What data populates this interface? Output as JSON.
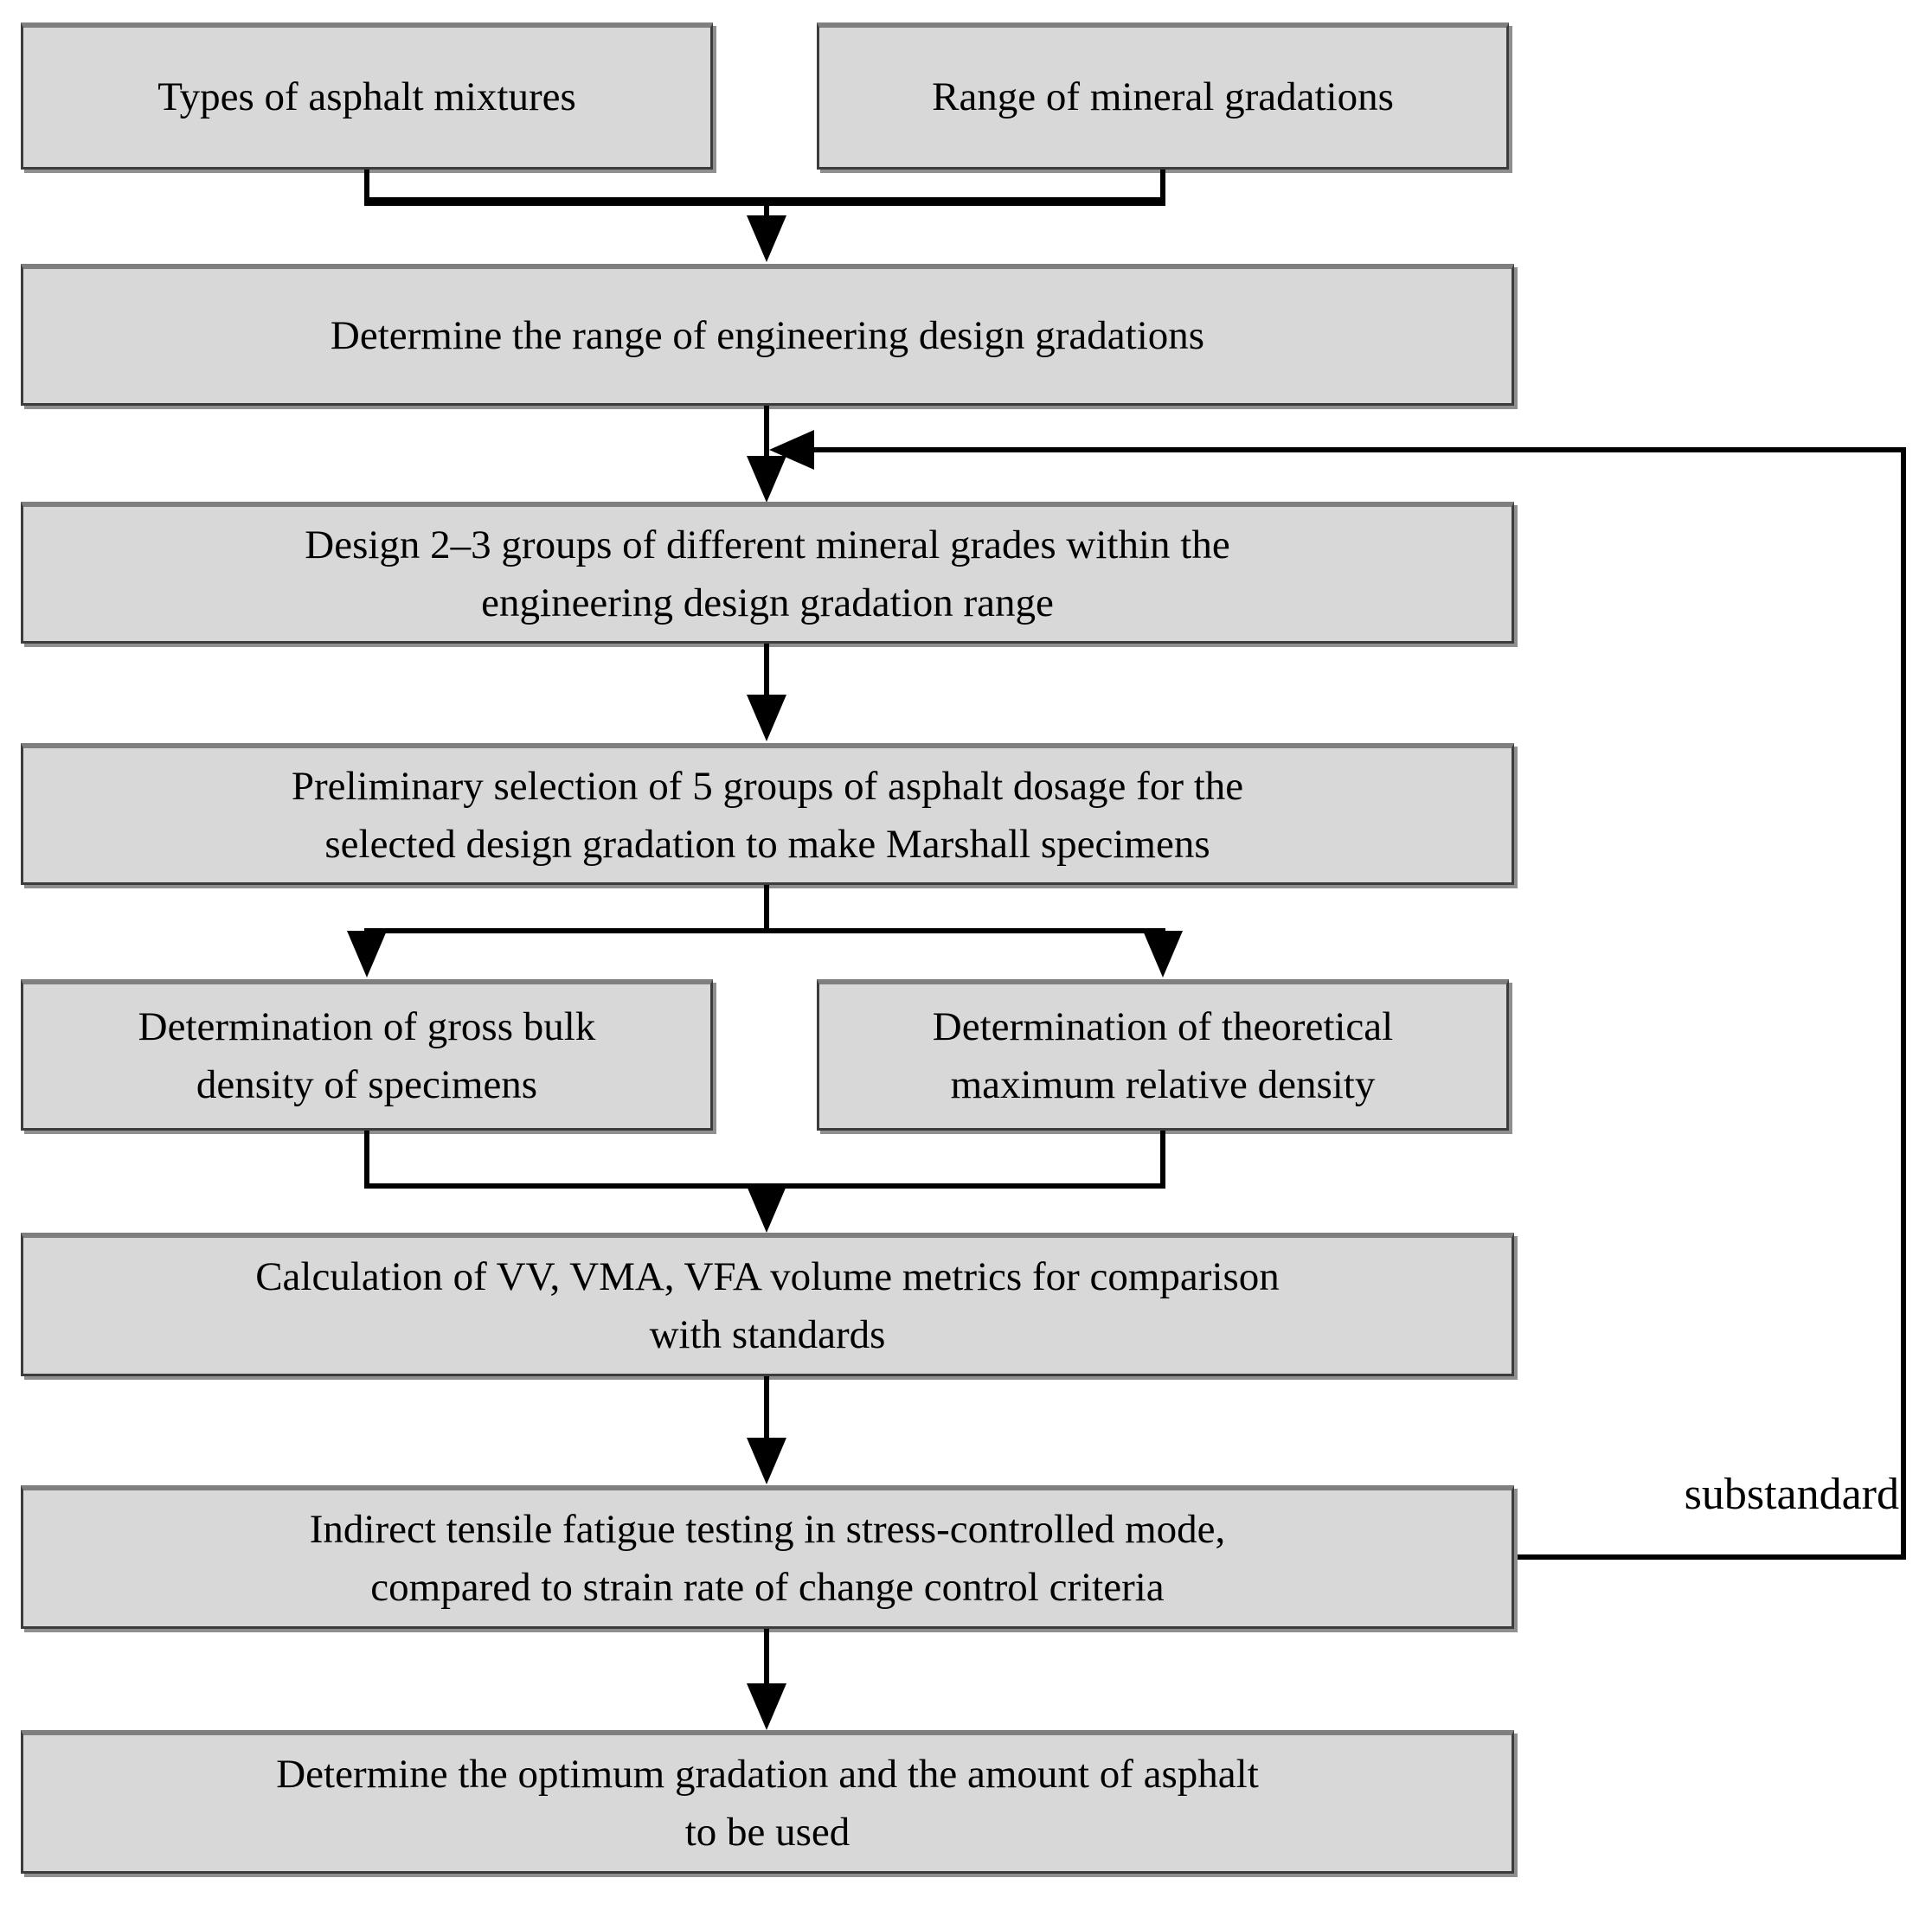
{
  "diagram": {
    "nodes": {
      "types_of_mixtures": {
        "label": "Types of asphalt mixtures"
      },
      "range_of_gradations": {
        "label": "Range of mineral gradations"
      },
      "determine_range": {
        "label": "Determine the range of engineering design gradations"
      },
      "design_groups": {
        "label": "Design 2–3 groups of different mineral grades within the\nengineering design gradation range"
      },
      "preliminary_selection": {
        "label": "Preliminary selection of 5 groups of asphalt dosage for the\nselected design gradation to make Marshall specimens"
      },
      "gross_bulk_density": {
        "label": "Determination of gross bulk\ndensity of specimens"
      },
      "max_relative_density": {
        "label": "Determination of theoretical\nmaximum relative density"
      },
      "volume_metrics": {
        "label": "Calculation of VV, VMA, VFA volume metrics for comparison\nwith standards"
      },
      "fatigue_testing": {
        "label": "Indirect tensile fatigue testing in stress-controlled mode,\ncompared to strain rate of change control criteria"
      },
      "optimum_gradation": {
        "label": "Determine the optimum gradation and the amount of asphalt\nto be used"
      }
    },
    "edge_labels": {
      "substandard": "substandard"
    },
    "colors": {
      "box_fill": "#d8d8d8",
      "box_border": "#3c3c3c",
      "box_border_top": "#7f7f7f",
      "line": "#000000",
      "background": "#ffffff"
    }
  }
}
